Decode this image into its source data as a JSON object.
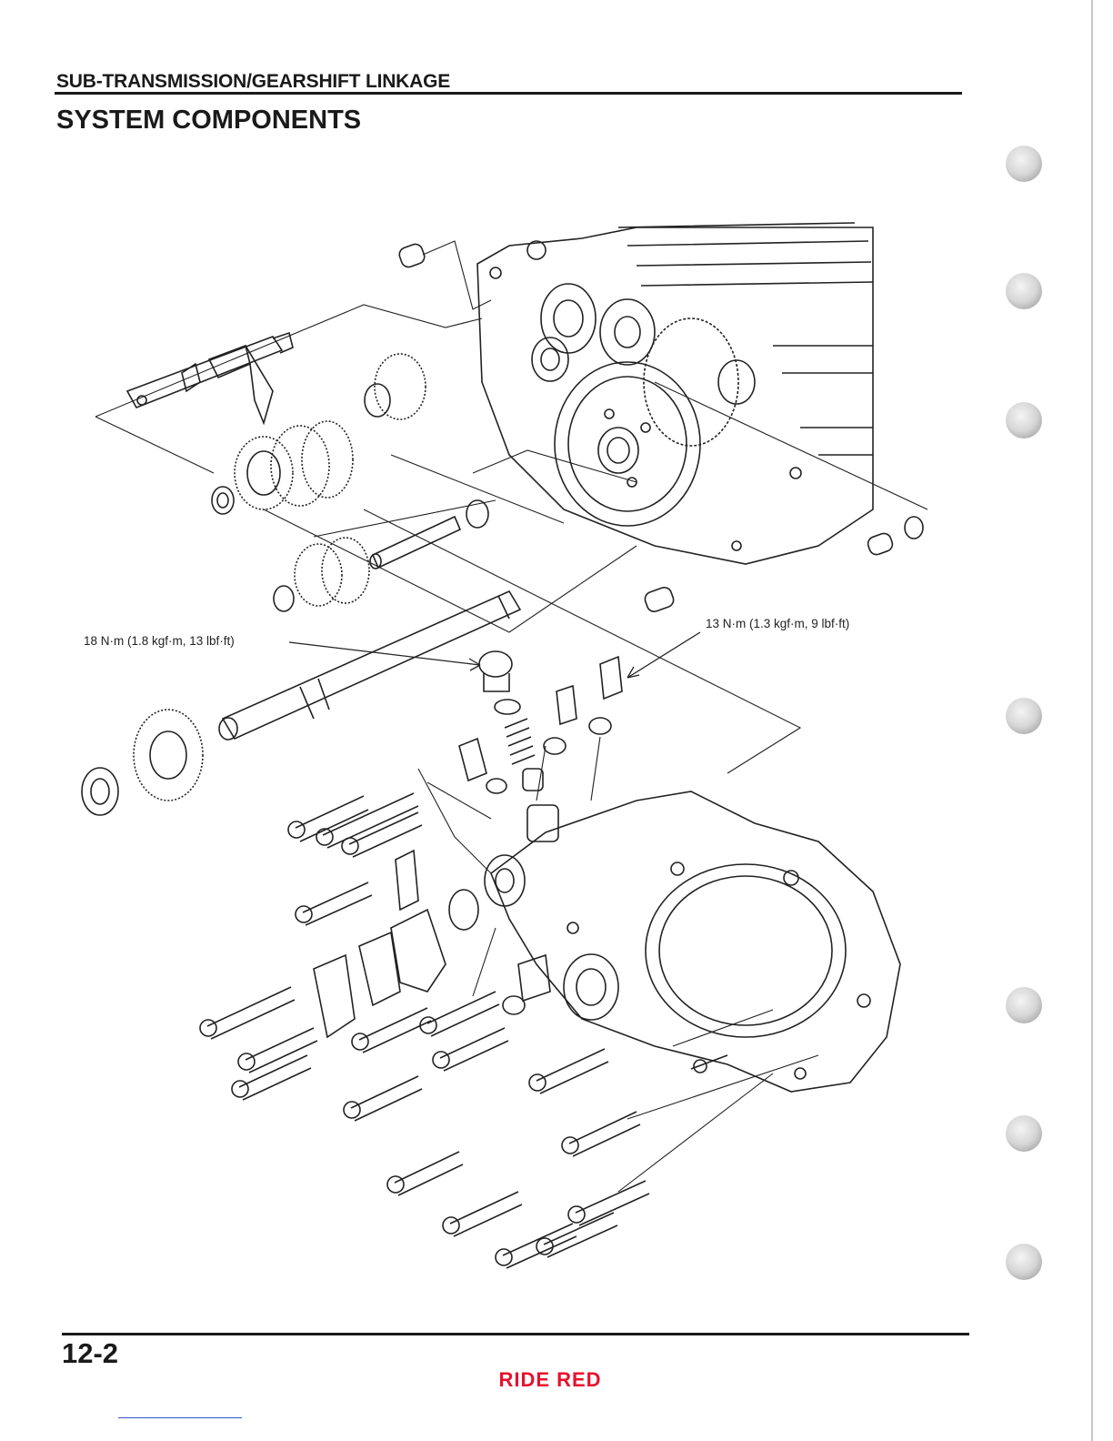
{
  "header": {
    "section_label": "SUB-TRANSMISSION/GEARSHIFT LINKAGE",
    "page_title": "SYSTEM COMPONENTS"
  },
  "diagram": {
    "torque_left": "18 N·m (1.8 kgf·m, 13 lbf·ft)",
    "torque_right": "13 N·m (1.3 kgf·m, 9 lbf·ft)"
  },
  "footer": {
    "page_number": "12-2",
    "brand": "RIDE RED"
  }
}
